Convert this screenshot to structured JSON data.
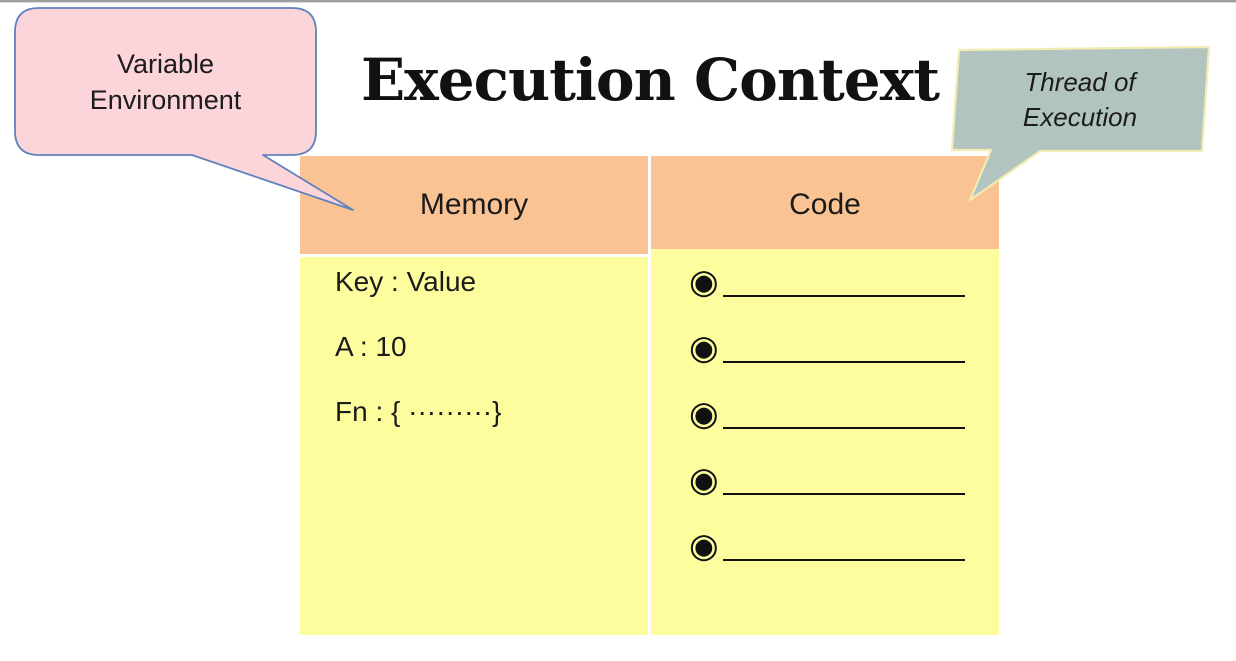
{
  "title": "Execution Context",
  "callouts": {
    "variable_environment": {
      "text": "Variable\nEnvironment",
      "fill": "#FBD5D9",
      "border": "#6080BE"
    },
    "thread_of_execution": {
      "text": "Thread of\nExecution",
      "fill": "#B2C4BF",
      "border": "#F2EBB4"
    }
  },
  "table": {
    "header": {
      "memory_label": "Memory",
      "code_label": "Code",
      "fill": "#FAC394"
    },
    "body_fill": "#FDFD9E",
    "memory": {
      "entries": [
        "Key : Value",
        "A : 10",
        "Fn : { ·········}"
      ]
    },
    "code": {
      "bullet_icon": "fisheye-bullet-icon",
      "rows": [
        "◉",
        "◉",
        "◉",
        "◉",
        "◉"
      ]
    }
  }
}
